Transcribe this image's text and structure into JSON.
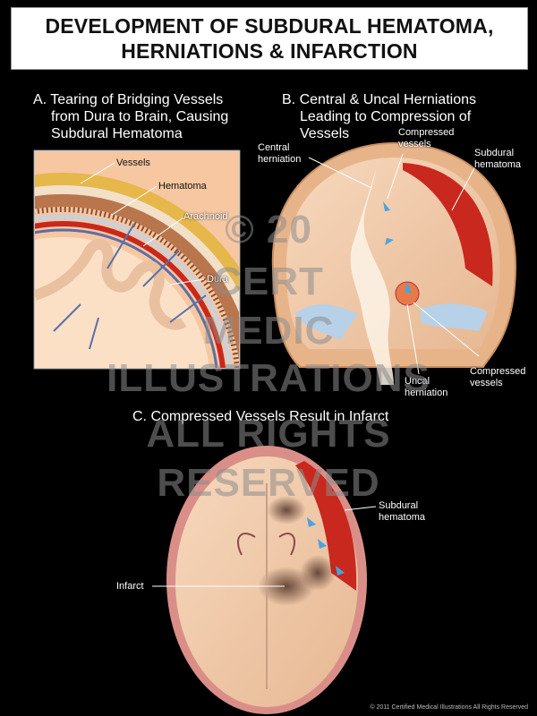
{
  "title": {
    "line1": "DEVELOPMENT OF SUBDURAL HEMATOMA,",
    "line2": "HERNIATIONS & INFARCTION"
  },
  "panel_a": {
    "title_line1": "A. Tearing of Bridging Vessels",
    "title_line2": "from Dura to Brain, Causing",
    "title_line3": "Subdural Hematoma",
    "labels": {
      "vessels": "Vessels",
      "hematoma": "Hematoma",
      "arachnoid": "Arachnoid",
      "dura": "Dura"
    }
  },
  "panel_b": {
    "title_line1": "B. Central & Uncal Herniations",
    "title_line2": "Leading to Compression of",
    "title_line3": "Vessels",
    "labels": {
      "central_line1": "Central",
      "central_line2": "herniation",
      "compressed_top_line1": "Compressed",
      "compressed_top_line2": "vessels",
      "subdural_line1": "Subdural",
      "subdural_line2": "hematoma",
      "uncal_line1": "Uncal",
      "uncal_line2": "herniation",
      "compressed_bottom_line1": "Compressed",
      "compressed_bottom_line2": "vessels"
    }
  },
  "panel_c": {
    "title": "C. Compressed Vessels Result in Infarct",
    "labels": {
      "subdural_line1": "Subdural",
      "subdural_line2": "hematoma",
      "infarct": "Infarct"
    }
  },
  "watermark": {
    "line1": "© 20",
    "line2": "CERT",
    "line3": "MEDIC",
    "line4": "ILLUSTRATIONS",
    "line5": "ALL RIGHTS",
    "line6": "RESERVED"
  },
  "copyright": "© 2011 Certified Medical Illustrations All Rights Reserved",
  "colors": {
    "background": "#000000",
    "brain": "#f2c9a8",
    "hematoma": "#c8281e",
    "skull": "#e7b48a",
    "arrow": "#4aa3e0"
  }
}
